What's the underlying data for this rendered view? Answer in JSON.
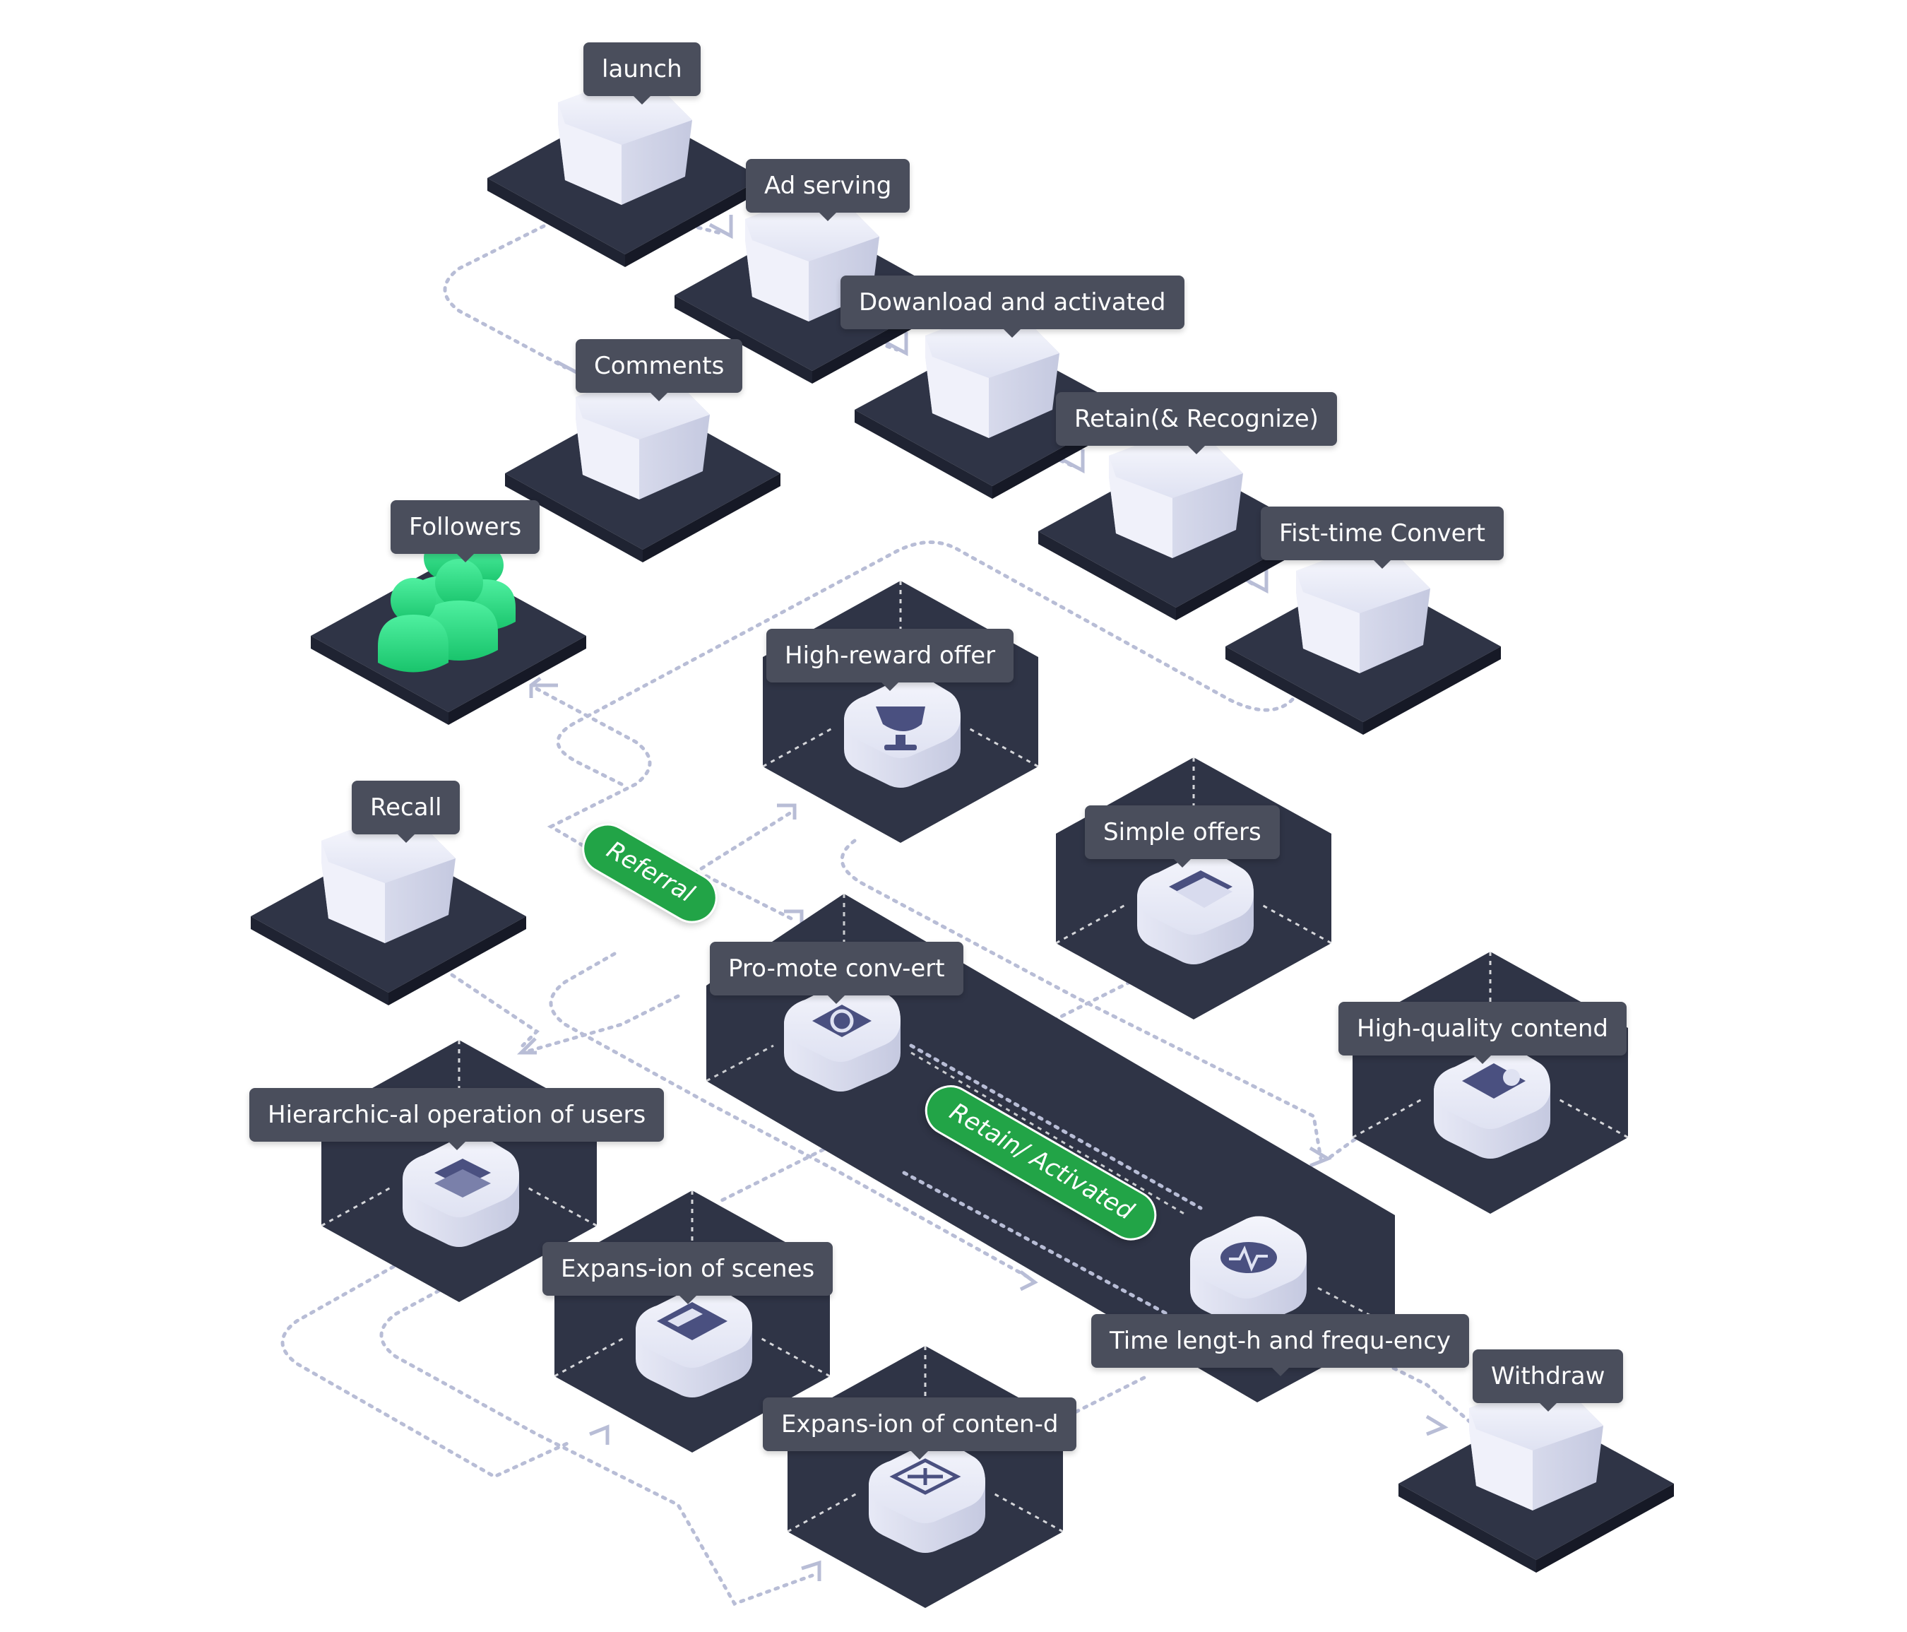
{
  "nodes": {
    "launch": "launch",
    "ad_serving": "Ad serving",
    "download": "Dowanload and activated",
    "comments": "Comments",
    "retain_recognize": "Retain(& Recognize)",
    "followers": "Followers",
    "first_convert": "Fist-time Convert",
    "high_reward": "High-reward offer",
    "recall": "Recall",
    "simple_offers": "Simple offers",
    "promote_convert": "Pro-mote  conv-ert",
    "high_quality": "High-quality contend",
    "hierarchical": "Hierarchic-al operation of users",
    "expansion_scenes": "Expans-ion of scenes",
    "time_length": "Time lengt-h and frequ-ency",
    "withdraw": "Withdraw",
    "expansion_content": "Expans-ion of conten-d"
  },
  "pills": {
    "referral": "Referral",
    "retain_activated": "Retain/ Activated"
  },
  "colors": {
    "platform": "#2f3446",
    "platform_side": "#1f2332",
    "label_bg": "#4a4e5c",
    "accent_green": "#22a447",
    "followers_icon": "#34e08a",
    "connector": "#b8bdd6",
    "block": "#e4e7f6"
  },
  "icons": {
    "high_reward": "trophy-icon",
    "simple_offers": "clipboard-icon",
    "promote_convert": "exchange-icon",
    "high_quality": "image-icon",
    "hierarchical": "layers-icon",
    "expansion_scenes": "layout-icon",
    "time_length": "pulse-icon",
    "expansion_content": "expand-icon",
    "followers": "users-icon"
  }
}
